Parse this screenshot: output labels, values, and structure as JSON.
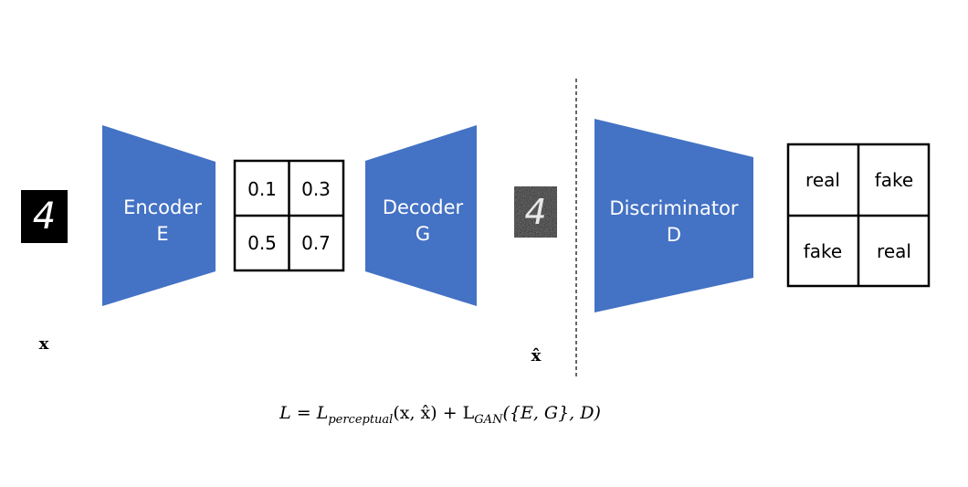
{
  "encoder": {
    "line1": "Encoder",
    "line2": "E"
  },
  "decoder": {
    "line1": "Decoder",
    "line2": "G"
  },
  "discriminator": {
    "line1": "Discriminator",
    "line2": "D"
  },
  "latent_grid": {
    "cells": [
      "0.1",
      "0.3",
      "0.5",
      "0.7"
    ]
  },
  "output_grid": {
    "cells": [
      "real",
      "fake",
      "fake",
      "real"
    ]
  },
  "input_image": {
    "digit": "4",
    "label": "x"
  },
  "reconstructed_image": {
    "digit": "4",
    "label": "x̂"
  },
  "loss": {
    "lhs": "L = L",
    "sub_perceptual": "perceptual",
    "args_perceptual": "(x, x̂) + L",
    "sub_gan": "GAN",
    "args_gan": "({E, G}, D)"
  },
  "colors": {
    "block_fill": "#4472C4",
    "grid_stroke": "#000000",
    "image_bg": "#000000",
    "digit": "#ffffff"
  }
}
